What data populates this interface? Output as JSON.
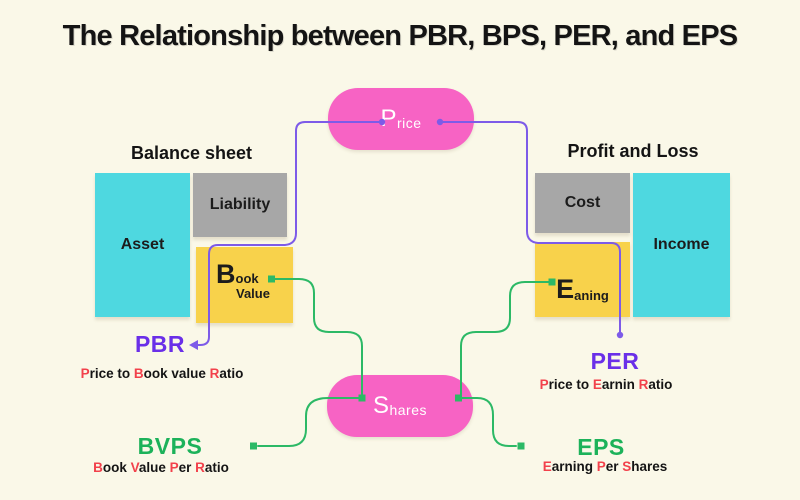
{
  "title": "The Relationship between PBR, BPS, PER, and EPS",
  "colors": {
    "background": "#FAF8E8",
    "node_pink": "#F763C4",
    "asset_income_cyan": "#4ED8E0",
    "liability_cost_gray": "#A7A7A7",
    "book_earning_yellow": "#F8D24B",
    "purple_line": "#7D5BE8",
    "purple_ratio_text": "#6A2FE8",
    "green_line": "#2CB966",
    "green_ratio_text": "#1CB25A",
    "red_initial": "#F2414B",
    "text": "#141414"
  },
  "nodes": {
    "price": {
      "initial": "P",
      "rest": "rice"
    },
    "shares": {
      "initial": "S",
      "rest": "hares"
    }
  },
  "left_panel": {
    "heading": "Balance sheet",
    "asset_label": "Asset",
    "liability_label": "Liability",
    "book": {
      "initial": "B",
      "rest": "ook",
      "line2": "Value"
    }
  },
  "right_panel": {
    "heading": "Profit and Loss",
    "cost_label": "Cost",
    "income_label": "Income",
    "earning": {
      "initial": "E",
      "rest": "aning"
    }
  },
  "ratios": {
    "pbr": {
      "label": "PBR",
      "subtitle": [
        {
          "t": "P",
          "red": true
        },
        {
          "t": "rice to ",
          "red": false
        },
        {
          "t": "B",
          "red": true
        },
        {
          "t": "ook value ",
          "red": false
        },
        {
          "t": "R",
          "red": true
        },
        {
          "t": "atio",
          "red": false
        }
      ]
    },
    "per": {
      "label": "PER",
      "subtitle": [
        {
          "t": "P",
          "red": true
        },
        {
          "t": "rice to ",
          "red": false
        },
        {
          "t": "E",
          "red": true
        },
        {
          "t": "arnin ",
          "red": false
        },
        {
          "t": "R",
          "red": true
        },
        {
          "t": "atio",
          "red": false
        }
      ]
    },
    "bvps": {
      "label": "BVPS",
      "subtitle": [
        {
          "t": "B",
          "red": true
        },
        {
          "t": "ook ",
          "red": false
        },
        {
          "t": "V",
          "red": true
        },
        {
          "t": "alue ",
          "red": false
        },
        {
          "t": "P",
          "red": true
        },
        {
          "t": "er ",
          "red": false
        },
        {
          "t": "R",
          "red": true
        },
        {
          "t": "atio",
          "red": false
        }
      ]
    },
    "eps": {
      "label": "EPS",
      "subtitle": [
        {
          "t": "E",
          "red": true
        },
        {
          "t": "arning ",
          "red": false
        },
        {
          "t": "P",
          "red": true
        },
        {
          "t": "er ",
          "red": false
        },
        {
          "t": "S",
          "red": true
        },
        {
          "t": "hares",
          "red": false
        }
      ]
    }
  }
}
